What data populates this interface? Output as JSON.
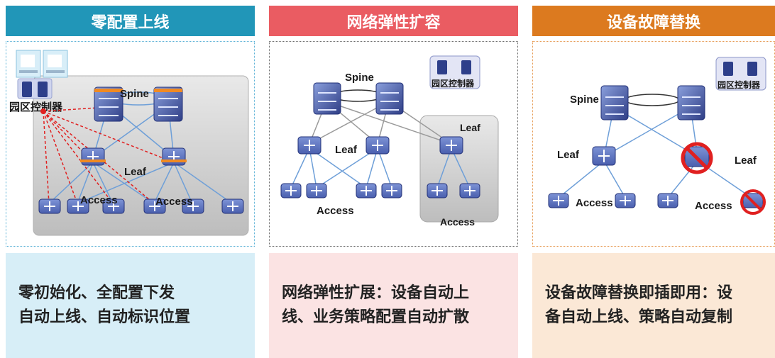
{
  "colors": {
    "panel1_header": "#2196b8",
    "panel2_header": "#ea5c62",
    "panel3_header": "#dc7a1f",
    "panel1_desc_bg": "#d7eef7",
    "panel2_desc_bg": "#fbe3e3",
    "panel3_desc_bg": "#fbe8d6",
    "switch_blue": "#3d4f9a",
    "link_blue": "#6e9fd8",
    "link_gray": "#9a9a9a",
    "zero_touch_red": "#e02020",
    "highlight_orange": "#f08a22"
  },
  "panels": [
    {
      "title": "零配置上线",
      "controller_label": "园区控制器",
      "spine_label": "Spine",
      "leaf_label": "Leaf",
      "access_label_1": "Access",
      "access_label_2": "Access",
      "description_line1": "零初始化、全配置下发",
      "description_line2": "自动上线、自动标识位置"
    },
    {
      "title": "网络弹性扩容",
      "controller_label": "园区控制器",
      "spine_label": "Spine",
      "leaf_label_1": "Leaf",
      "leaf_label_2": "Leaf",
      "access_label_1": "Access",
      "access_label_2": "Access",
      "description_line1": "网络弹性扩展：设备自动上",
      "description_line2": "线、业务策略配置自动扩散"
    },
    {
      "title": "设备故障替换",
      "controller_label": "园区控制器",
      "spine_label": "Spine",
      "leaf_label_1": "Leaf",
      "leaf_label_2": "Leaf",
      "access_label_1": "Access",
      "access_label_2": "Access",
      "description_line1": "设备故障替换即插即用：设",
      "description_line2": "备自动上线、策略自动复制"
    }
  ]
}
